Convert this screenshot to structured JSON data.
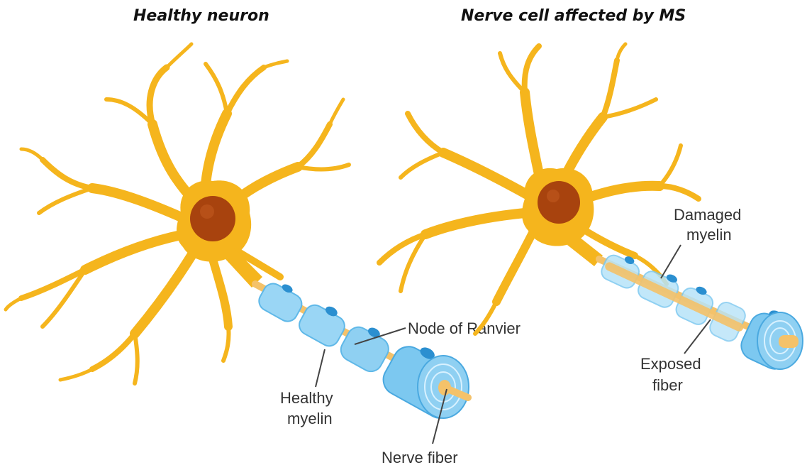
{
  "titles": {
    "left": "Healthy neuron",
    "right": "Nerve cell affected by MS"
  },
  "labels": {
    "node_of_ranvier": "Node of Ranvier",
    "healthy_myelin": [
      "Healthy",
      "myelin"
    ],
    "nerve_fiber": "Nerve fiber",
    "damaged_myelin": [
      "Damaged",
      "myelin"
    ],
    "exposed_fiber": [
      "Exposed",
      "fiber"
    ]
  },
  "colors": {
    "neuron": "#f5b51d",
    "neuron_dark": "#e99a0c",
    "nucleus": "#a8430e",
    "myelin": "#8fd0f2",
    "myelin_dark": "#3a9fd8",
    "axon": "#f4c26a",
    "leader": "#444444"
  }
}
